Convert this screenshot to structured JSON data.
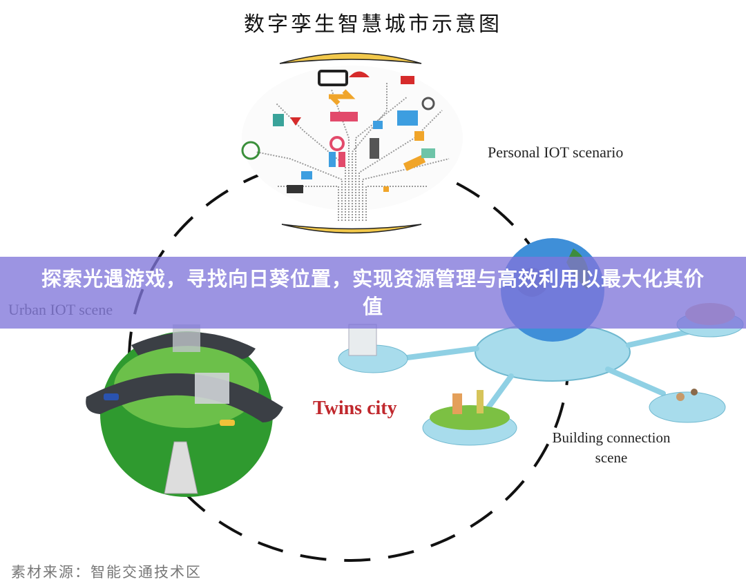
{
  "diagram": {
    "title": "数字孪生智慧城市示意图",
    "nodes": {
      "personal_iot": "Personal IOT scenario",
      "urban_iot": "Urban IOT scene",
      "twins_city": "Twins city",
      "building_connection": "Building connection scene"
    },
    "source": "素材来源：智能交通技术区",
    "colors": {
      "twins_city_label": "#c0282d",
      "tree_arc": "#f2c84b",
      "platform": "#9fd8ea",
      "globe": "#3f8fd8",
      "planet_green": "#2f9a2f",
      "dashed_ring": "#111111"
    }
  },
  "overlay_banner": {
    "text": "探索光遇游戏，寻找向日葵位置，实现资源管理与高效利用以最大化其价值",
    "color": "#8076da"
  }
}
